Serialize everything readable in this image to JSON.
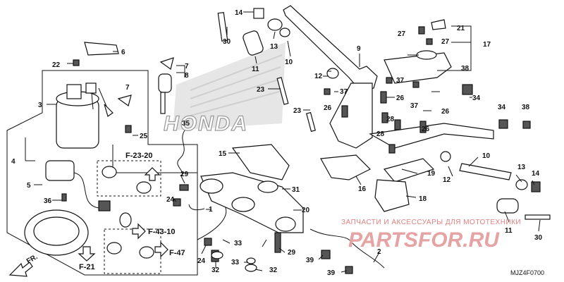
{
  "callouts": [
    {
      "id": "c1",
      "text": "1"
    },
    {
      "id": "c2",
      "text": "2"
    },
    {
      "id": "c3",
      "text": "3"
    },
    {
      "id": "c4",
      "text": "4"
    },
    {
      "id": "c5",
      "text": "5"
    },
    {
      "id": "c6",
      "text": "6"
    },
    {
      "id": "c7a",
      "text": "7"
    },
    {
      "id": "c7b",
      "text": "7"
    },
    {
      "id": "c8",
      "text": "8"
    },
    {
      "id": "c9",
      "text": "9"
    },
    {
      "id": "c10a",
      "text": "10"
    },
    {
      "id": "c10b",
      "text": "10"
    },
    {
      "id": "c11a",
      "text": "11"
    },
    {
      "id": "c11b",
      "text": "11"
    },
    {
      "id": "c12a",
      "text": "12"
    },
    {
      "id": "c12b",
      "text": "12"
    },
    {
      "id": "c13a",
      "text": "13"
    },
    {
      "id": "c13b",
      "text": "13"
    },
    {
      "id": "c14a",
      "text": "14"
    },
    {
      "id": "c14b",
      "text": "14"
    },
    {
      "id": "c15",
      "text": "15"
    },
    {
      "id": "c16",
      "text": "16"
    },
    {
      "id": "c17",
      "text": "17"
    },
    {
      "id": "c18",
      "text": "18"
    },
    {
      "id": "c19",
      "text": "19"
    },
    {
      "id": "c20",
      "text": "20"
    },
    {
      "id": "c21",
      "text": "21"
    },
    {
      "id": "c22",
      "text": "22"
    },
    {
      "id": "c23a",
      "text": "23"
    },
    {
      "id": "c23b",
      "text": "23"
    },
    {
      "id": "c24a",
      "text": "24"
    },
    {
      "id": "c24b",
      "text": "24"
    },
    {
      "id": "c25",
      "text": "25"
    },
    {
      "id": "c26a",
      "text": "26"
    },
    {
      "id": "c26b",
      "text": "26"
    },
    {
      "id": "c26c",
      "text": "26"
    },
    {
      "id": "c26d",
      "text": "26"
    },
    {
      "id": "c27a",
      "text": "27"
    },
    {
      "id": "c27b",
      "text": "27"
    },
    {
      "id": "c28a",
      "text": "28"
    },
    {
      "id": "c28b",
      "text": "28"
    },
    {
      "id": "c29a",
      "text": "29"
    },
    {
      "id": "c29b",
      "text": "29"
    },
    {
      "id": "c30a",
      "text": "30"
    },
    {
      "id": "c30b",
      "text": "30"
    },
    {
      "id": "c31",
      "text": "31"
    },
    {
      "id": "c32a",
      "text": "32"
    },
    {
      "id": "c32b",
      "text": "32"
    },
    {
      "id": "c33a",
      "text": "33"
    },
    {
      "id": "c33b",
      "text": "33"
    },
    {
      "id": "c34a",
      "text": "34"
    },
    {
      "id": "c34b",
      "text": "34"
    },
    {
      "id": "c35",
      "text": "35"
    },
    {
      "id": "c36",
      "text": "36"
    },
    {
      "id": "c37a",
      "text": "37"
    },
    {
      "id": "c37b",
      "text": "37"
    },
    {
      "id": "c37c",
      "text": "37"
    },
    {
      "id": "c38a",
      "text": "38"
    },
    {
      "id": "c38b",
      "text": "38"
    },
    {
      "id": "c39a",
      "text": "39"
    },
    {
      "id": "c39b",
      "text": "39"
    }
  ],
  "references": [
    {
      "id": "r1",
      "text": "F-23-20"
    },
    {
      "id": "r2",
      "text": "F-43-10"
    },
    {
      "id": "r3",
      "text": "F-47"
    },
    {
      "id": "r4",
      "text": "F-21"
    }
  ],
  "direction_label": "FR.",
  "brand_text": "HONDA",
  "watermark": {
    "top": "ЗАПЧАСТИ И АКСЕССУАРЫ ДЛЯ МОТОТЕХНИКИ",
    "main": "PARTSFOR.RU"
  },
  "diagram_code": "MJZ4F0700",
  "colors": {
    "ink": "#111111",
    "watermark": "#e08080",
    "brand_fill": "#cccccc"
  }
}
